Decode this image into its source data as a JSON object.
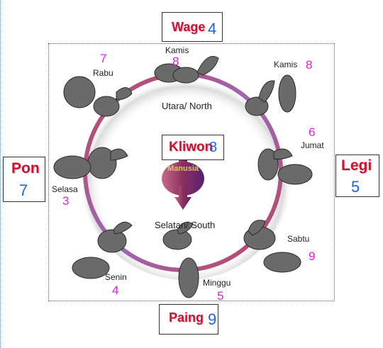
{
  "north": {
    "pasaran": "Wage",
    "neptu": "4"
  },
  "east": {
    "pasaran": "Legi",
    "neptu": "5"
  },
  "south": {
    "pasaran": "Paing",
    "neptu": "9"
  },
  "west": {
    "pasaran": "Pon",
    "neptu": "7"
  },
  "center": {
    "pasaran": "Kliwon",
    "neptu": "8",
    "caption": "Manusia"
  },
  "directions": {
    "north": "Utara/ North",
    "south": "Selatan/ South"
  },
  "days": [
    {
      "name": "Kamis",
      "neptu": "8"
    },
    {
      "name": "Kamis",
      "neptu": "8"
    },
    {
      "name": "Jumat",
      "neptu": "6"
    },
    {
      "name": "Sabtu",
      "neptu": "9"
    },
    {
      "name": "Minggu",
      "neptu": "5"
    },
    {
      "name": "Senin",
      "neptu": "4"
    },
    {
      "name": "Selasa",
      "neptu": "3"
    },
    {
      "name": "Rabu",
      "neptu": "7"
    }
  ],
  "colors": {
    "pasaran": "#d01030",
    "neptu": "#1a64d8",
    "day_neptu": "#e020e0"
  }
}
